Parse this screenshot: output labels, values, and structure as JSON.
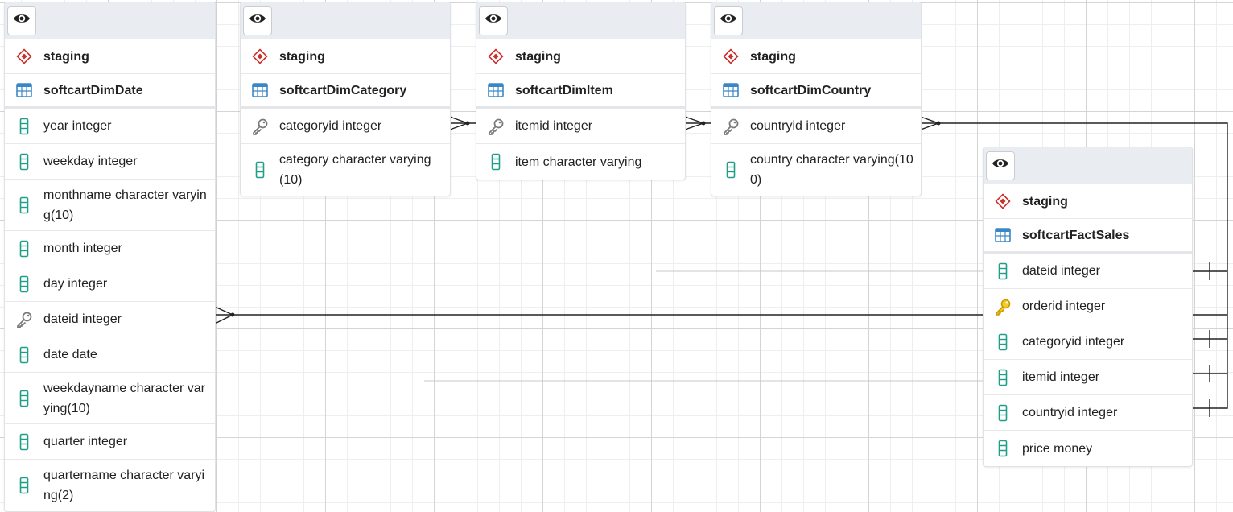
{
  "tables": [
    {
      "id": "dimdate",
      "schema": "staging",
      "name": "softcartDimDate",
      "columns": [
        {
          "label": "year integer",
          "icon": "column-icon"
        },
        {
          "label": "weekday integer",
          "icon": "column-icon"
        },
        {
          "label": "monthname character varying(10)",
          "icon": "column-icon"
        },
        {
          "label": "month integer",
          "icon": "column-icon"
        },
        {
          "label": "day integer",
          "icon": "column-icon"
        },
        {
          "label": "dateid integer",
          "icon": "primary-key-icon"
        },
        {
          "label": "date date",
          "icon": "column-icon"
        },
        {
          "label": "weekdayname character varying(10)",
          "icon": "column-icon"
        },
        {
          "label": "quarter integer",
          "icon": "column-icon"
        },
        {
          "label": "quartername character varying(2)",
          "icon": "column-icon"
        }
      ]
    },
    {
      "id": "dimcategory",
      "schema": "staging",
      "name": "softcartDimCategory",
      "columns": [
        {
          "label": "categoryid integer",
          "icon": "primary-key-icon"
        },
        {
          "label": "category character varying (10)",
          "icon": "column-icon"
        }
      ]
    },
    {
      "id": "dimitem",
      "schema": "staging",
      "name": "softcartDimItem",
      "columns": [
        {
          "label": "itemid integer",
          "icon": "primary-key-icon"
        },
        {
          "label": "item character varying",
          "icon": "column-icon"
        }
      ]
    },
    {
      "id": "dimcountry",
      "schema": "staging",
      "name": "softcartDimCountry",
      "columns": [
        {
          "label": "countryid integer",
          "icon": "primary-key-icon"
        },
        {
          "label": "country character varying(100)",
          "icon": "column-icon"
        }
      ]
    },
    {
      "id": "factsales",
      "schema": "staging",
      "name": "softcartFactSales",
      "columns": [
        {
          "label": "dateid integer",
          "icon": "column-icon"
        },
        {
          "label": "orderid integer",
          "icon": "primary-key-icon-gold"
        },
        {
          "label": "categoryid integer",
          "icon": "column-icon"
        },
        {
          "label": "itemid integer",
          "icon": "column-icon"
        },
        {
          "label": "countryid integer",
          "icon": "column-icon"
        },
        {
          "label": "price money",
          "icon": "column-icon"
        }
      ]
    }
  ],
  "relationships": [
    {
      "from": "softcartFactSales.dateid",
      "to": "softcartDimDate.dateid",
      "cardinality": "one-to-many"
    },
    {
      "from": "softcartFactSales.categoryid",
      "to": "softcartDimCategory.categoryid",
      "cardinality": "one-to-many"
    },
    {
      "from": "softcartFactSales.itemid",
      "to": "softcartDimItem.itemid",
      "cardinality": "one-to-many"
    },
    {
      "from": "softcartFactSales.countryid",
      "to": "softcartDimCountry.countryid",
      "cardinality": "one-to-many"
    }
  ],
  "colors": {
    "schema_icon": "#c9302c",
    "table_icon": "#3a87c8",
    "column_icon": "#1f9e8a",
    "key_icon": "#7a7a7a",
    "key_icon_gold": "#e0b100",
    "link_line": "#222222"
  }
}
